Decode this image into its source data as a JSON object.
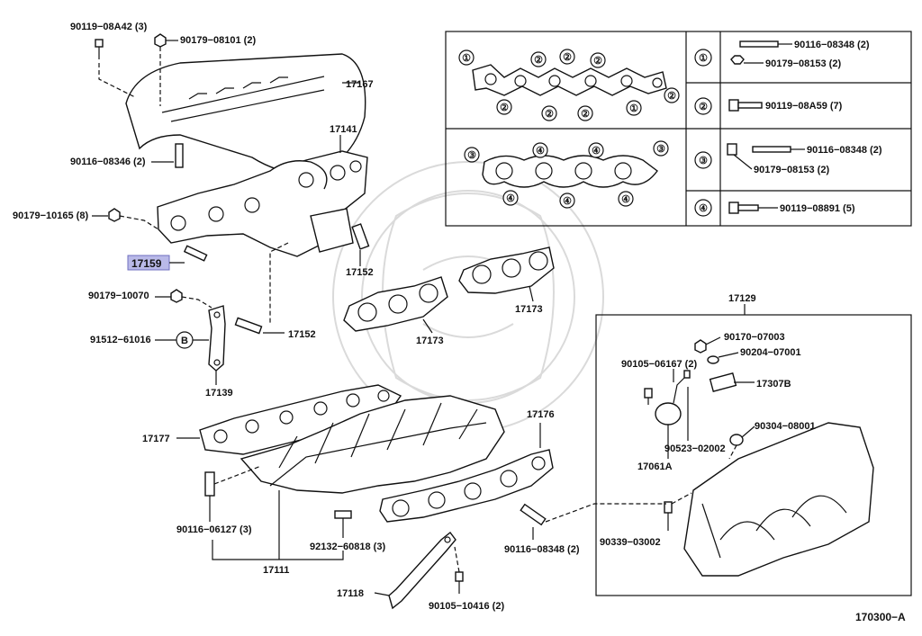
{
  "labels": {
    "b_90119_08A42": "90119−08A42 (3)",
    "b_90179_08101": "90179−08101 (2)",
    "p_17167": "17167",
    "b_90116_08346": "90116−08346 (2)",
    "p_17141": "17141",
    "b_90179_10165": "90179−10165 (8)",
    "p_17159": "17159",
    "p_17152_a": "17152",
    "p_17152_b": "17152",
    "b_90179_10070": "90179−10070",
    "b_91512_61016": "91512−61016",
    "mark_b": "B",
    "p_17139": "17139",
    "p_17173_a": "17173",
    "p_17173_b": "17173",
    "p_17177": "17177",
    "p_17176": "17176",
    "b_90116_06127": "90116−06127 (3)",
    "b_92132_60818": "92132−60818 (3)",
    "p_17111": "17111",
    "p_17118": "17118",
    "b_90105_10416": "90105−10416 (2)",
    "b_90116_08348_lower": "90116−08348 (2)",
    "p_17129": "17129",
    "b_90170_07003": "90170−07003",
    "b_90204_07001": "90204−07001",
    "b_90105_06167": "90105−06167 (2)",
    "p_17307B": "17307B",
    "b_90304_08001": "90304−08001",
    "b_90523_02002": "90523−02002",
    "p_17061A": "17061A",
    "b_90339_03002": "90339−03002",
    "diagram_code": "170300−A"
  },
  "legend": {
    "row1_circle": "①",
    "row1_bolt": "90116−08348 (2)",
    "row1_nut": "90179−08153 (2)",
    "row2_circle": "②",
    "row2_bolt": "90119−08A59 (7)",
    "row3_circle": "③",
    "row3_bolt": "90116−08348 (2)",
    "row3_nut": "90179−08153 (2)",
    "row4_circle": "④",
    "row4_bolt": "90119−08891 (5)"
  },
  "circled": {
    "one": "①",
    "two": "②",
    "three": "③",
    "four": "④"
  }
}
